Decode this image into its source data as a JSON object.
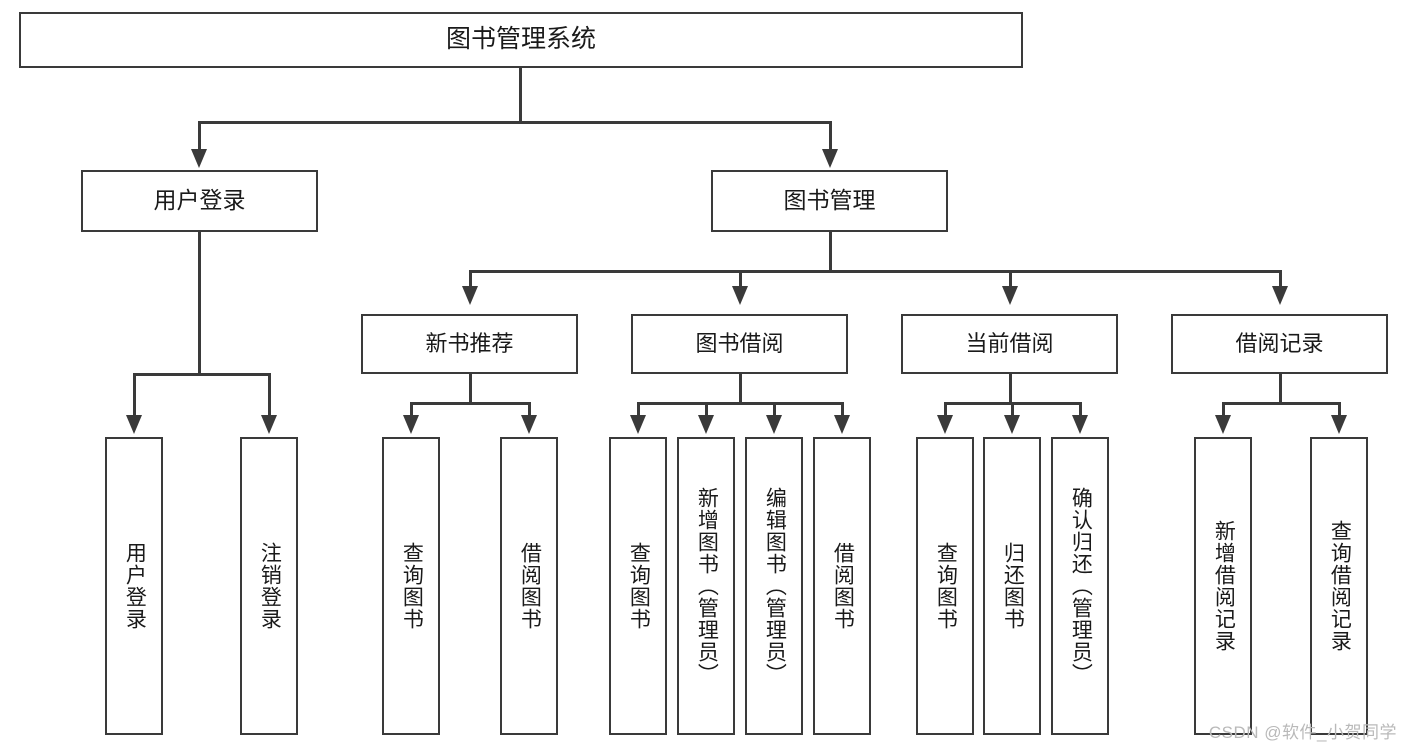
{
  "diagram": {
    "type": "tree-hierarchy-chart",
    "title": "图书管理系统",
    "watermark": "CSDN @软件_小贺同学",
    "colors": {
      "stroke": "#3a3a3a",
      "fill": "#ffffff",
      "text": "#1a1a1a",
      "watermark": "#b9b9b9"
    },
    "root": {
      "label": "图书管理系统"
    },
    "level2": [
      {
        "id": "user-login",
        "label": "用户登录"
      },
      {
        "id": "book-management",
        "label": "图书管理"
      }
    ],
    "level3": [
      {
        "id": "new-book-recommend",
        "label": "新书推荐",
        "parent": "book-management"
      },
      {
        "id": "book-borrow",
        "label": "图书借阅",
        "parent": "book-management"
      },
      {
        "id": "current-borrow",
        "label": "当前借阅",
        "parent": "book-management"
      },
      {
        "id": "borrow-record",
        "label": "借阅记录",
        "parent": "book-management"
      }
    ],
    "leaves": {
      "user-login": [
        {
          "id": "leaf-user-login",
          "label": "用户登录"
        },
        {
          "id": "leaf-logout-login",
          "label": "注销登录"
        }
      ],
      "new-book-recommend": [
        {
          "id": "leaf-query-book-1",
          "label": "查询图书"
        },
        {
          "id": "leaf-borrow-book-1",
          "label": "借阅图书"
        }
      ],
      "book-borrow": [
        {
          "id": "leaf-query-book-2",
          "label": "查询图书"
        },
        {
          "id": "leaf-add-book",
          "label": "新增图书（管理员）"
        },
        {
          "id": "leaf-edit-book",
          "label": "编辑图书（管理员）"
        },
        {
          "id": "leaf-borrow-book-2",
          "label": "借阅图书"
        }
      ],
      "current-borrow": [
        {
          "id": "leaf-query-book-3",
          "label": "查询图书"
        },
        {
          "id": "leaf-return-book",
          "label": "归还图书"
        },
        {
          "id": "leaf-confirm-return",
          "label": "确认归还（管理员）"
        }
      ],
      "borrow-record": [
        {
          "id": "leaf-add-record",
          "label": "新增借阅记录"
        },
        {
          "id": "leaf-query-record",
          "label": "查询借阅记录"
        }
      ]
    }
  }
}
